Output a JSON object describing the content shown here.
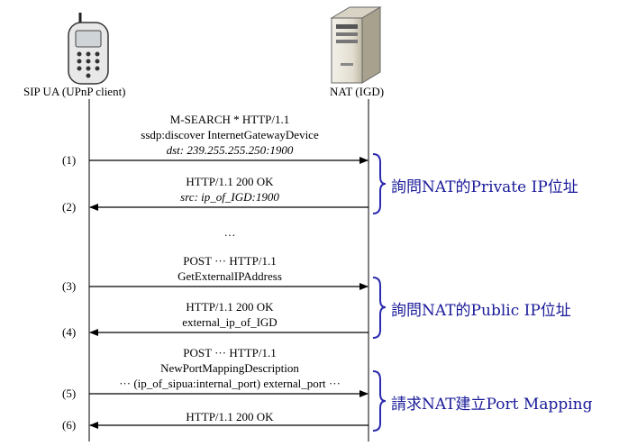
{
  "participants": {
    "client": "SIP UA (UPnP client)",
    "server": "NAT (IGD)"
  },
  "messages": [
    {
      "lines": [
        "M-SEARCH * HTTP/1.1",
        "ssdp:discover InternetGatewayDevice",
        "dst: 239.255.255.250:1900"
      ],
      "italic_last": true
    },
    {
      "lines": [
        "HTTP/1.1 200 OK",
        "src: ip_of_IGD:1900"
      ],
      "italic_last": true
    },
    {
      "lines": [
        "POST ··· HTTP/1.1",
        "GetExternalIPAddress"
      ]
    },
    {
      "lines": [
        "HTTP/1.1 200 OK",
        "external_ip_of_IGD"
      ]
    },
    {
      "lines": [
        "POST ··· HTTP/1.1",
        "NewPortMappingDescription",
        "··· (ip_of_sipua:internal_port) external_port ···"
      ]
    },
    {
      "lines": [
        "HTTP/1.1 200 OK"
      ]
    }
  ],
  "ellipsis": "…",
  "steps": [
    "(1)",
    "(2)",
    "(3)",
    "(4)",
    "(5)",
    "(6)"
  ],
  "notes": [
    "詢問NAT的Private IP位址",
    "詢問NAT的Public IP位址",
    "請求NAT建立Port Mapping"
  ],
  "icons": {
    "client": "mobile-phone-icon",
    "server": "server-tower-icon"
  },
  "colors": {
    "note": "#1a1a9a",
    "brace": "#2b2bb0"
  }
}
